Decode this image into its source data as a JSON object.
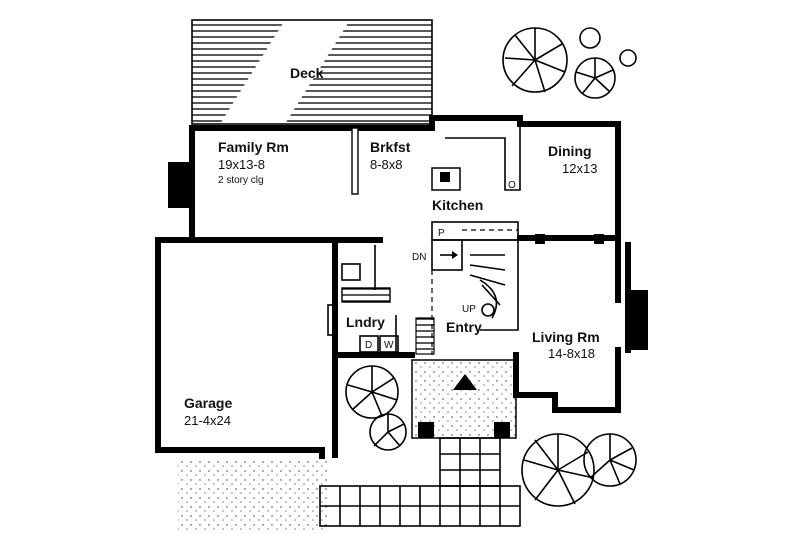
{
  "rooms": {
    "deck": "Deck",
    "family_name": "Family Rm",
    "family_size": "19x13-8",
    "family_note": "2 story clg",
    "brkfst_name": "Brkfst",
    "brkfst_size": "8-8x8",
    "kitchen": "Kitchen",
    "dining_name": "Dining",
    "dining_size": "12x13",
    "lndry": "Lndry",
    "entry": "Entry",
    "living_name": "Living Rm",
    "living_size": "14-8x18",
    "garage_name": "Garage",
    "garage_size": "21-4x24"
  },
  "fixtures": {
    "pantry": "P",
    "oven": "O",
    "dryer": "D",
    "washer": "W",
    "stair_down": "DN",
    "stair_up": "UP"
  }
}
